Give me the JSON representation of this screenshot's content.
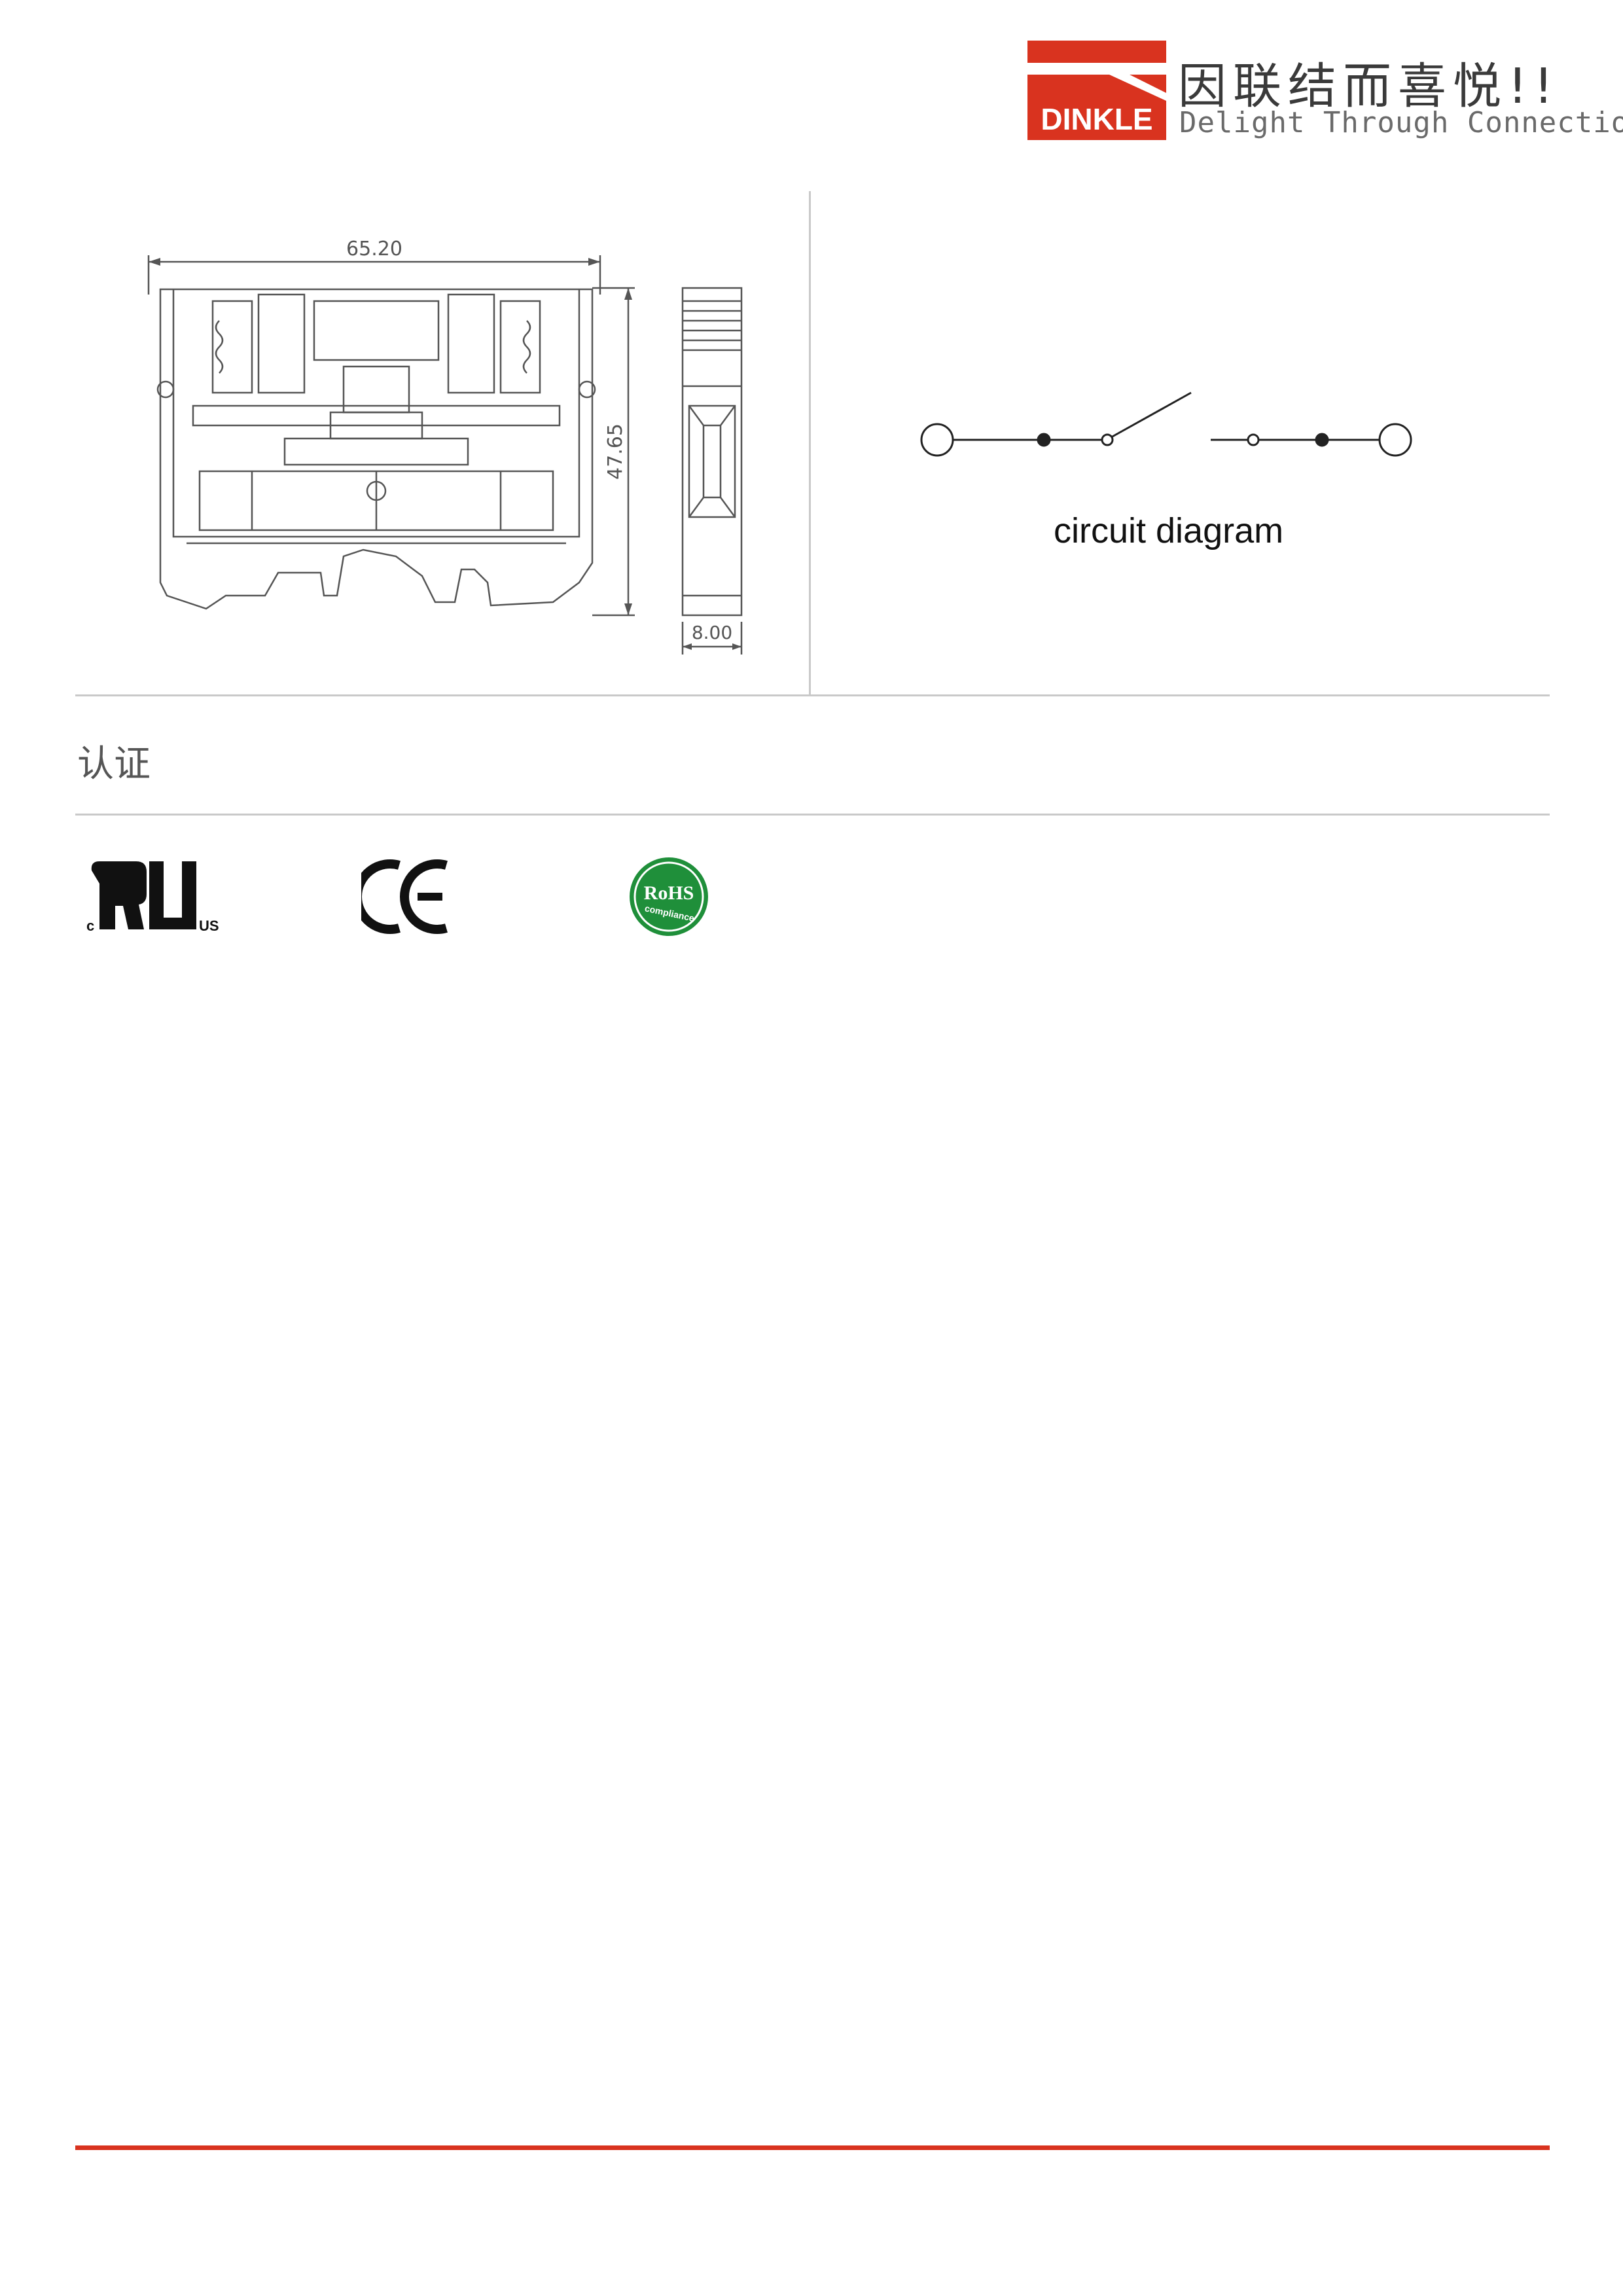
{
  "brand": {
    "name": "DINKLE",
    "tagline_cn": "因联结而喜悦!!",
    "tagline_en": "Delight Through Connections",
    "accent_color": "#d9331f"
  },
  "drawing": {
    "width_dim": "65.20",
    "height_dim": "47.65",
    "depth_dim": "8.00"
  },
  "circuit": {
    "caption": "circuit diagram"
  },
  "certification": {
    "heading": "认证",
    "marks": [
      {
        "icon": "ul-recognized-icon",
        "prefix": "c",
        "suffix": "US"
      },
      {
        "icon": "ce-icon",
        "label": "CE"
      },
      {
        "icon": "rohs-icon",
        "label": "RoHS",
        "sublabel": "compliance",
        "color": "#1f8f3a"
      }
    ]
  }
}
